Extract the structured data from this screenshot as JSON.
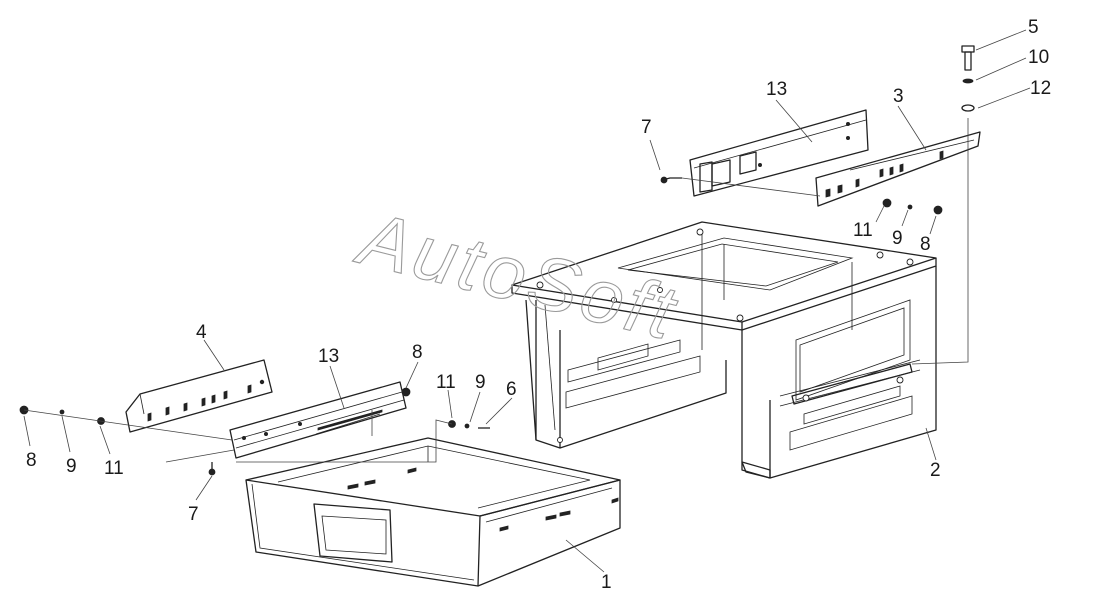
{
  "watermark": "AutoSoft",
  "callouts": [
    {
      "id": "c5a",
      "text": "5"
    },
    {
      "id": "c10",
      "text": "10"
    },
    {
      "id": "c12",
      "text": "12"
    },
    {
      "id": "c13a",
      "text": "13"
    },
    {
      "id": "c3",
      "text": "3"
    },
    {
      "id": "c7a",
      "text": "7"
    },
    {
      "id": "c11a",
      "text": "11"
    },
    {
      "id": "c9a",
      "text": "9"
    },
    {
      "id": "c8a",
      "text": "8"
    },
    {
      "id": "c4",
      "text": "4"
    },
    {
      "id": "c13b",
      "text": "13"
    },
    {
      "id": "c8b",
      "text": "8"
    },
    {
      "id": "c11b",
      "text": "11"
    },
    {
      "id": "c9b",
      "text": "9"
    },
    {
      "id": "c6",
      "text": "6"
    },
    {
      "id": "c8c",
      "text": "8"
    },
    {
      "id": "c9c",
      "text": "9"
    },
    {
      "id": "c11c",
      "text": "11"
    },
    {
      "id": "c7b",
      "text": "7"
    },
    {
      "id": "c2",
      "text": "2"
    },
    {
      "id": "c1",
      "text": "1"
    }
  ]
}
